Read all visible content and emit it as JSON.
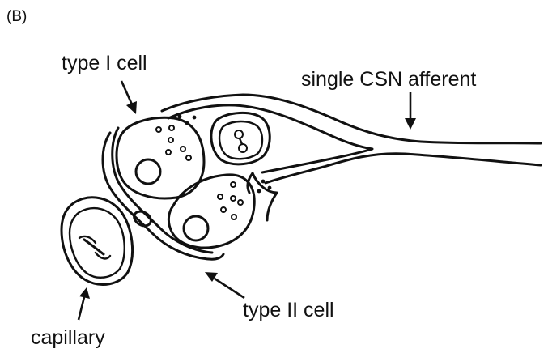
{
  "panel": {
    "label": "(B)"
  },
  "labels": {
    "type_i_cell": "type I cell",
    "single_csn_afferent": "single CSN afferent",
    "type_ii_cell": "type II cell",
    "capillary": "capillary"
  },
  "colors": {
    "ink": "#111111",
    "background": "#ffffff"
  }
}
